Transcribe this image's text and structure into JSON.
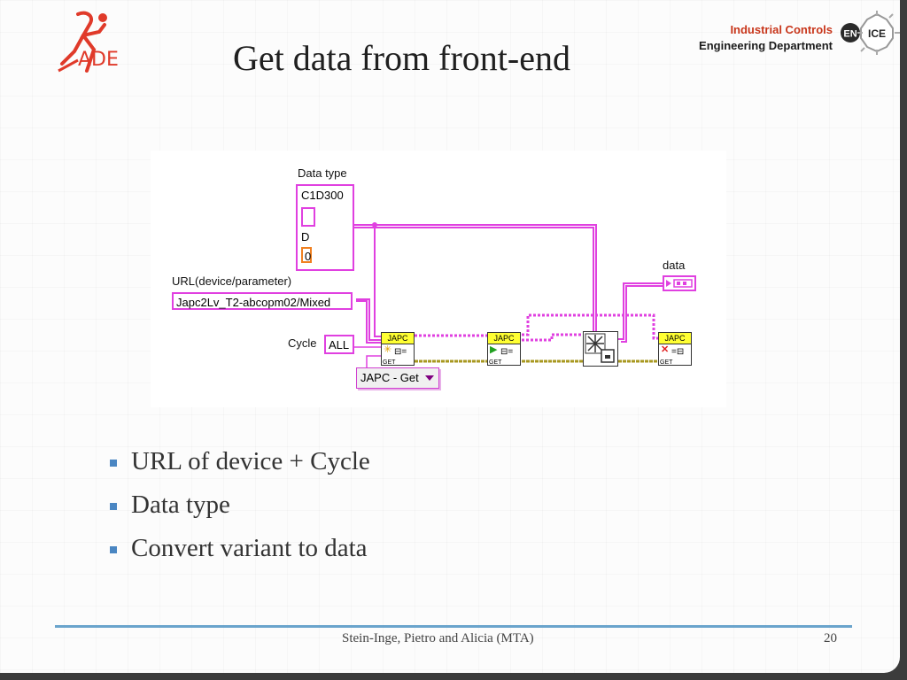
{
  "header": {
    "title": "Get data from front-end",
    "logo_text": "ADE",
    "org_line1": "Industrial Controls",
    "org_line2": "Engineering Department",
    "badge_en": "EN",
    "badge_ice": "ICE"
  },
  "diagram": {
    "data_type_label": "Data type",
    "cluster_items": [
      "C1D300",
      "",
      "D",
      "0"
    ],
    "url_label": "URL(device/parameter)",
    "url_value": "Japc2Lv_T2-abcopm02/Mixed",
    "cycle_label": "Cycle",
    "cycle_value": "ALL",
    "dropdown_value": "JAPC - Get",
    "data_label": "data",
    "vi_title": "JAPC",
    "vi_sublabel": "GET",
    "colors": {
      "pink_wire": "#e040e0",
      "yellow_wire": "#b0a020",
      "vi_header": "#ffff33"
    }
  },
  "bullets": [
    "URL of device + Cycle",
    "Data type",
    "Convert variant to data"
  ],
  "footer": {
    "authors": "Stein-Inge, Pietro and Alicia (MTA)",
    "page": "20"
  }
}
